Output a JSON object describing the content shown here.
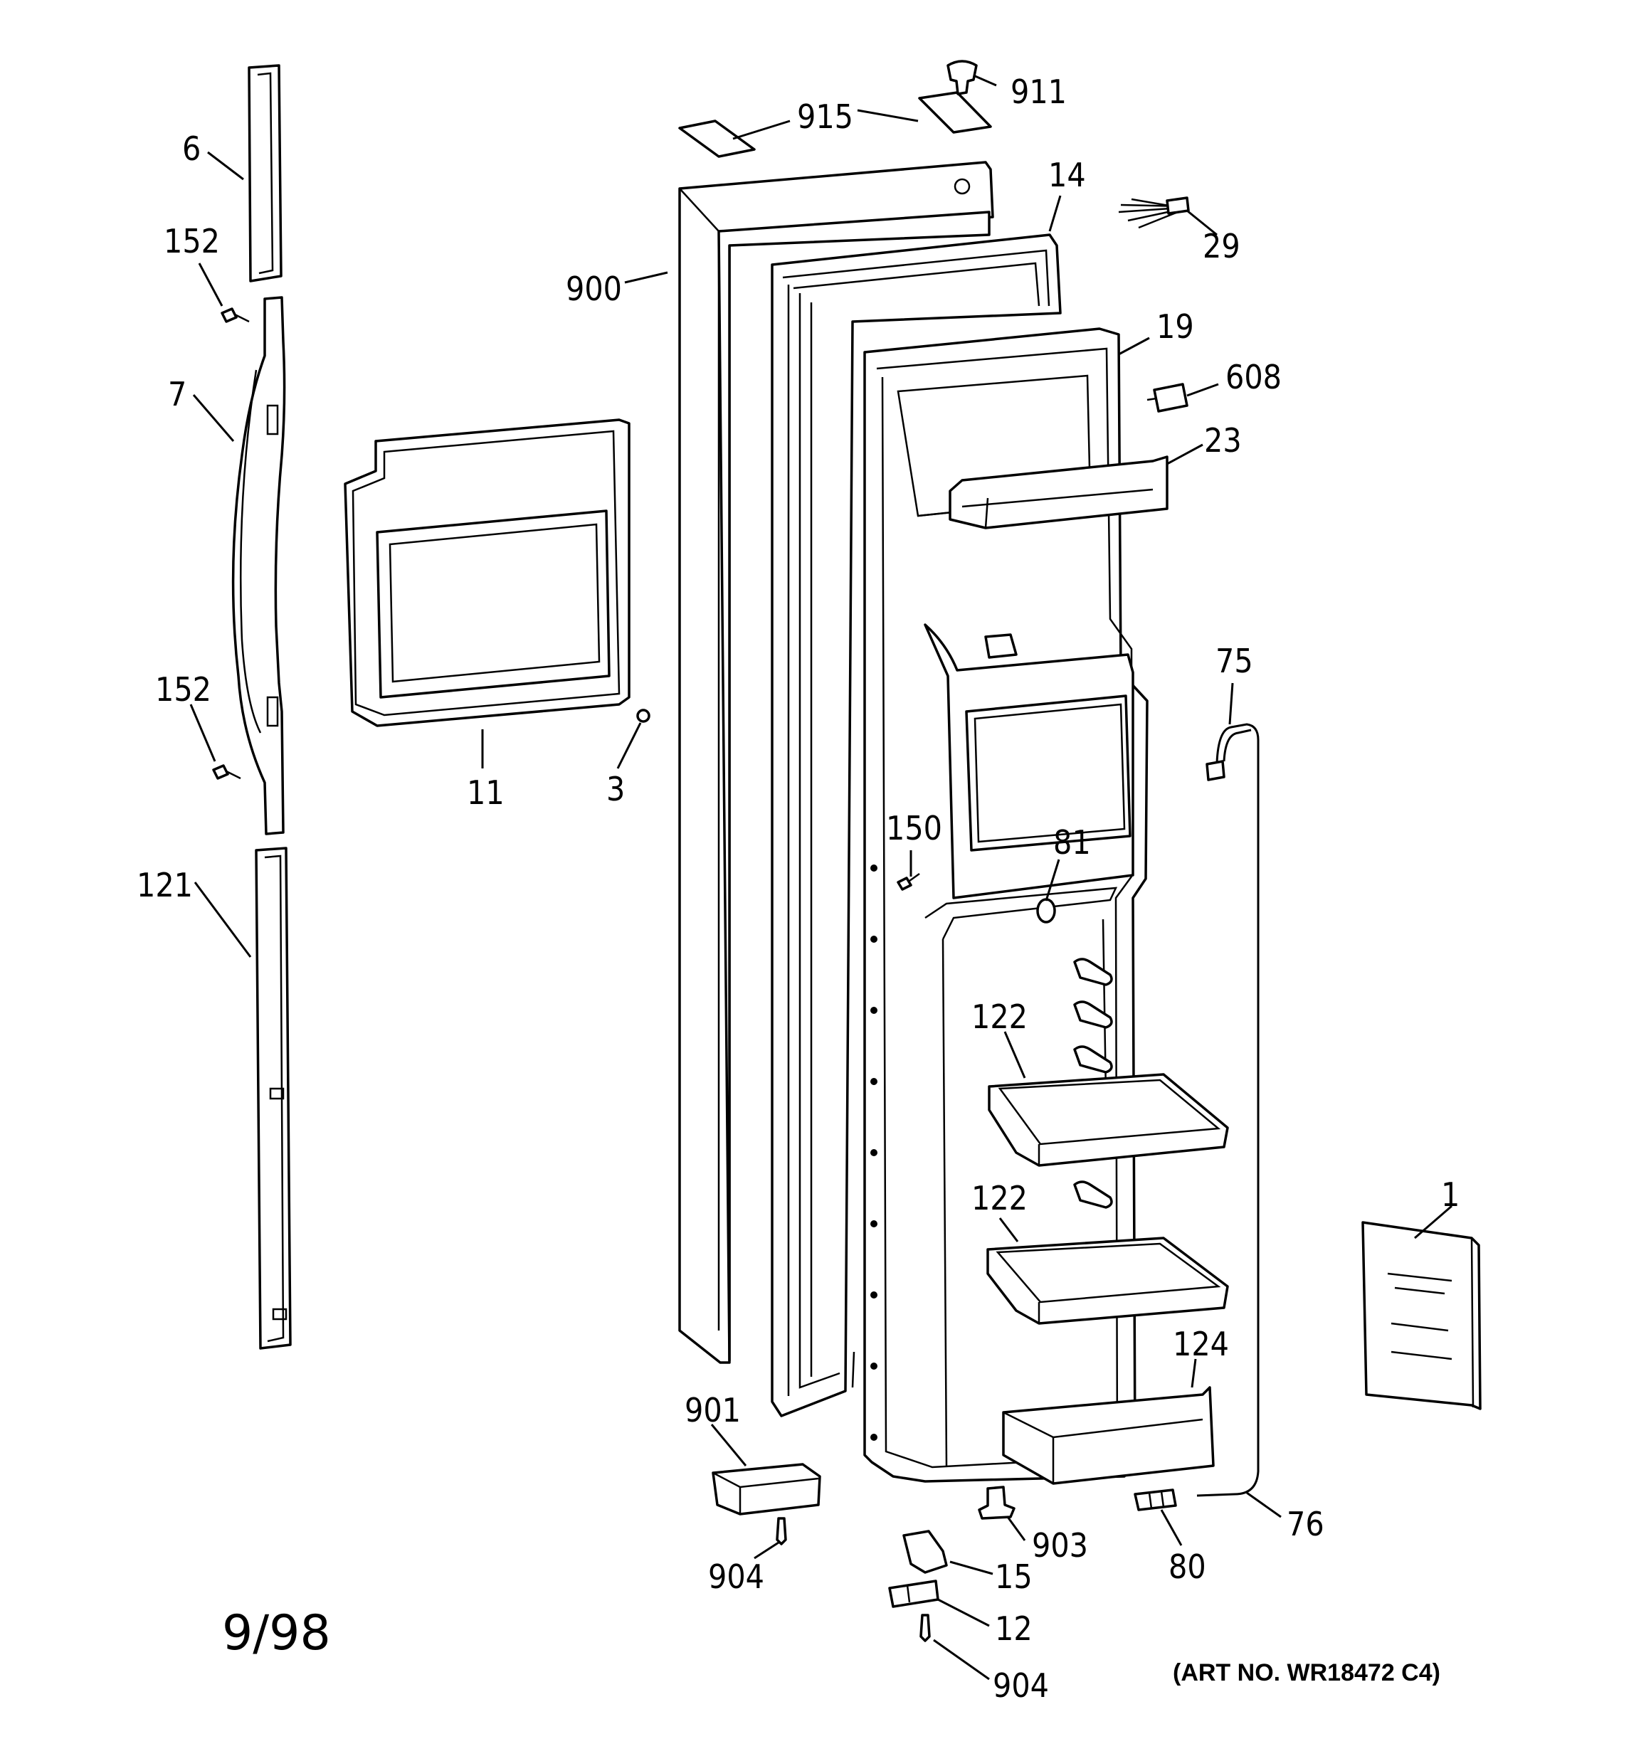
{
  "parts": [
    {
      "num": "6"
    },
    {
      "num": "152"
    },
    {
      "num": "7"
    },
    {
      "num": "152"
    },
    {
      "num": "121"
    },
    {
      "num": "11"
    },
    {
      "num": "3"
    },
    {
      "num": "915"
    },
    {
      "num": "911"
    },
    {
      "num": "900"
    },
    {
      "num": "14"
    },
    {
      "num": "29"
    },
    {
      "num": "19"
    },
    {
      "num": "608"
    },
    {
      "num": "23"
    },
    {
      "num": "75"
    },
    {
      "num": "150"
    },
    {
      "num": "81"
    },
    {
      "num": "122"
    },
    {
      "num": "122"
    },
    {
      "num": "1"
    },
    {
      "num": "124"
    },
    {
      "num": "901"
    },
    {
      "num": "904"
    },
    {
      "num": "903"
    },
    {
      "num": "15"
    },
    {
      "num": "12"
    },
    {
      "num": "904"
    },
    {
      "num": "80"
    },
    {
      "num": "76"
    }
  ],
  "date_code": "9/98",
  "art_number": "(ART NO. WR18472 C4)"
}
